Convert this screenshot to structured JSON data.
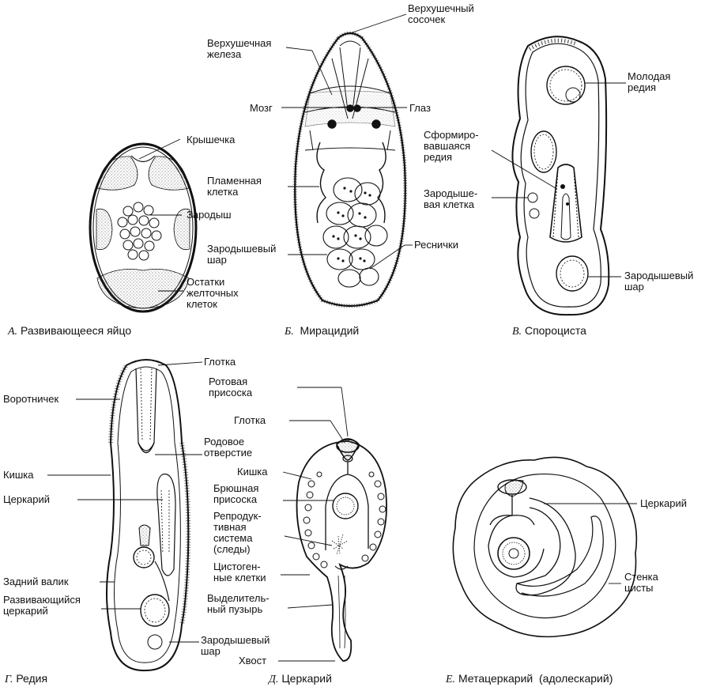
{
  "panels": {
    "a": {
      "caption_letter": "А.",
      "caption_text": "Развивающееся яйцо",
      "labels": {
        "operculum": "Крышечка",
        "embryo": "Зародыш",
        "yolk": "Остатки\nжелточных\nклеток"
      }
    },
    "b": {
      "caption_letter": "Б.",
      "caption_text": "Мирацидий",
      "labels": {
        "papilla": "Верхушечный\nсосочек",
        "gland": "Верхушечная\nжелеза",
        "brain": "Мозг",
        "eye": "Глаз",
        "flame": "Пламенная\nклетка",
        "germball": "Зародышевый\nшар",
        "cilia": "Реснички"
      }
    },
    "c": {
      "caption_letter": "В.",
      "caption_text": "Спороциста",
      "labels": {
        "young": "Молодая\nредия",
        "formed": "Сформиро-\nвавшаяся\nредия",
        "germcell": "Зародыше-\nвая клетка",
        "germball": "Зародышевый\nшар"
      }
    },
    "d": {
      "caption_letter": "Г.",
      "caption_text": "Редия",
      "labels": {
        "pharynx": "Глотка",
        "collar": "Воротничек",
        "birthpore": "Родовое\nотверстие",
        "gut": "Кишка",
        "cercaria": "Церкарий",
        "hindridge": "Задний валик",
        "developing": "Развивающийся\nцеркарий",
        "germball": "Зародышевый\nшар"
      }
    },
    "e": {
      "caption_letter": "Д.",
      "caption_text": "Церкарий",
      "labels": {
        "oral": "Ротовая\nприсоска",
        "pharynx": "Глотка",
        "gut": "Кишка",
        "ventral": "Брюшная\nприсоска",
        "repro": "Репродук-\nтивная\nсистема\n(следы)",
        "cystogen": "Цистоген-\nные клетки",
        "bladder": "Выделитель-\nный пузырь",
        "tail": "Хвост"
      }
    },
    "f": {
      "caption_letter": "Е.",
      "caption_text": "Метацеркарий  (адолескарий)",
      "labels": {
        "cercaria": "Церкарий",
        "wall": "Стенка\nцисты"
      }
    }
  }
}
